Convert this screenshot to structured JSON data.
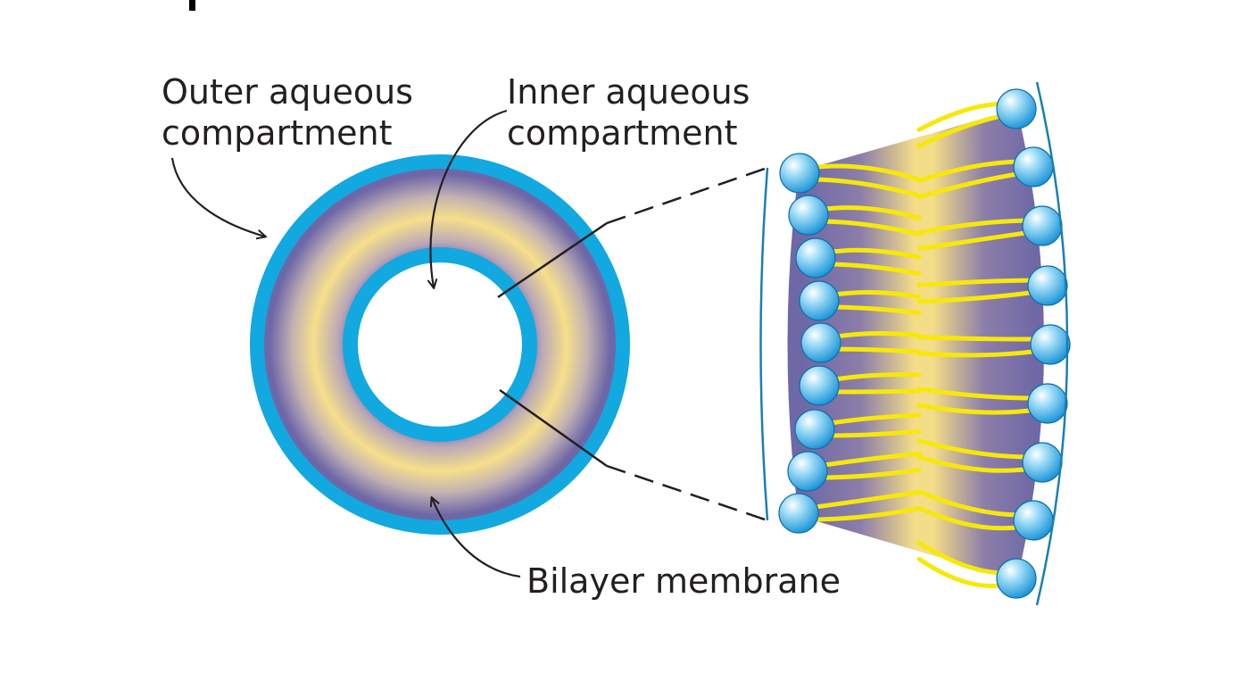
{
  "labels": {
    "outer": [
      "Outer aqueous",
      "compartment"
    ],
    "inner": [
      "Inner aqueous",
      "compartment"
    ],
    "bilayer": "Bilayer membrane"
  },
  "colors": {
    "aqueous_blue": "#12a8e0",
    "head_light": "#e6f7ff",
    "head_dark": "#1591d6",
    "tail_yellow": "#f7e80b",
    "core_yellow": "#f7df8a",
    "edge_purple": "#6d67a8",
    "leader_line": "#231f20"
  }
}
